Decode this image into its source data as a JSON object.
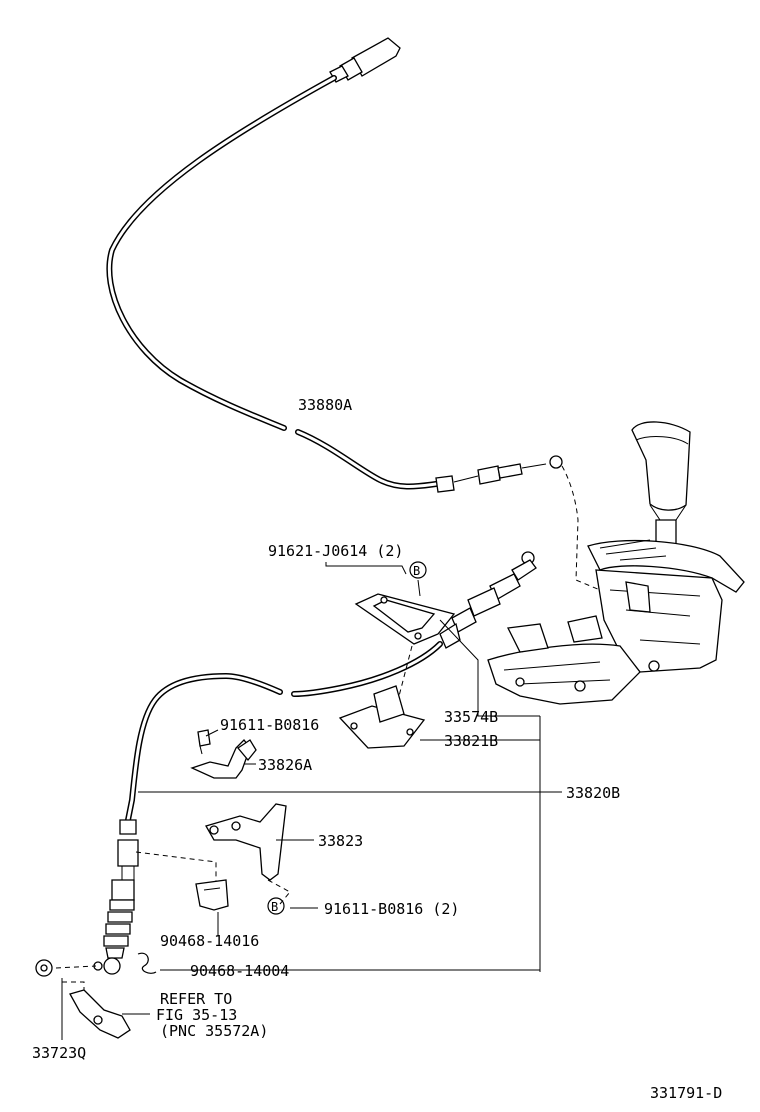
{
  "callouts": {
    "cable_upper": "33880A",
    "screw_top": "91621-J0614 (2)",
    "marker_b_top": "B",
    "part_33574": "33574B",
    "part_33821": "33821B",
    "screw_left": "91611-B0816",
    "bracket_left": "33826A",
    "cable_lower": "33820B",
    "bracket_mid": "33823",
    "marker_b_bottom": "B",
    "screw_bottom": "91611-B0816 (2)",
    "clip_14016": "90468-14016",
    "clip_14004": "90468-14004",
    "nut": "33723Q",
    "refer_line1": "REFER TO",
    "refer_line2": "FIG 35-13",
    "refer_line3": "(PNC 35572A)",
    "figure_id": "331791-D"
  }
}
